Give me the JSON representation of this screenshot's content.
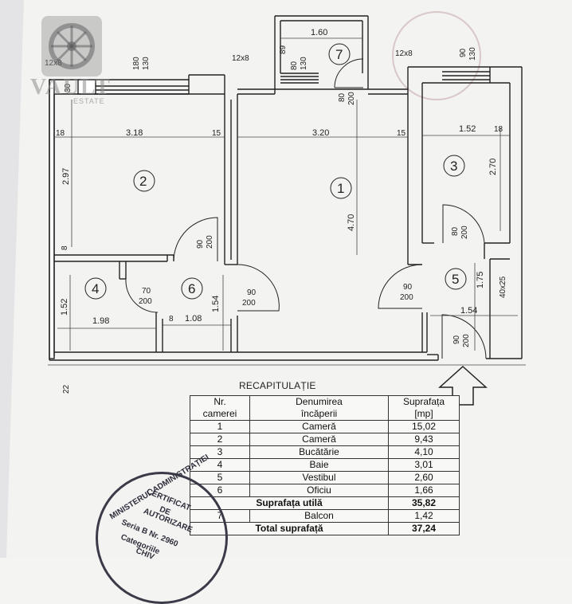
{
  "logo": {
    "text": "VAULT",
    "subtext": "ESTATE"
  },
  "rooms": [
    {
      "number": "1"
    },
    {
      "number": "2"
    },
    {
      "number": "3"
    },
    {
      "number": "4"
    },
    {
      "number": "5"
    },
    {
      "number": "6"
    },
    {
      "number": "7"
    }
  ],
  "dimensions": {
    "top_12x8_left": "12x8",
    "win1": [
      "180",
      "130"
    ],
    "win_left_30": "30",
    "top_12x8_mid": "12x8",
    "room7_width": "1.60",
    "room7_89": "89",
    "room7_80": "80",
    "room7_130": "130",
    "room7_door": [
      "80",
      "200"
    ],
    "top_12x8_right": "12x8",
    "win3": [
      "90",
      "130"
    ],
    "r2_left18": "18",
    "r2_width": "3.18",
    "r2_right15": "15",
    "r1_width": "3.20",
    "r1_right15": "15",
    "r3_width": "1.52",
    "r3_right18": "18",
    "r2_height": "2.97",
    "r1_height": "4.70",
    "r3_height": "2.70",
    "r2_8": "8",
    "door6": [
      "90",
      "200"
    ],
    "door3": [
      "80",
      "200"
    ],
    "door4": [
      "70",
      "200"
    ],
    "door1": [
      "90",
      "200"
    ],
    "door5": [
      "90",
      "200"
    ],
    "r4_height": "1.52",
    "r4_width": "1.98",
    "r6_8": "8",
    "r6_width": "1.08",
    "r6_height": "1.54",
    "r5_height": "1.75",
    "r5_vent": "40x25",
    "r5_width": "1.54",
    "entry_door": [
      "90",
      "200"
    ],
    "bottom_22": "22"
  },
  "recap": {
    "title": "RECAPITULAȚIE",
    "headers": [
      [
        "Nr.",
        "camerei"
      ],
      [
        "Denumirea",
        "încăperii"
      ],
      [
        "Suprafața",
        "[mp]"
      ]
    ],
    "rows": [
      [
        "1",
        "Cameră",
        "15,02"
      ],
      [
        "2",
        "Cameră",
        "9,43"
      ],
      [
        "3",
        "Bucătărie",
        "4,10"
      ],
      [
        "4",
        "Baie",
        "3,01"
      ],
      [
        "5",
        "Vestibul",
        "2,60"
      ],
      [
        "6",
        "Oficiu",
        "1,66"
      ]
    ],
    "useful_label": "Suprafața utilă",
    "useful_value": "35,82",
    "balcony_num": "7",
    "balcony_label": "Balcon",
    "balcony_value": "1,42",
    "total_label": "Total suprafață",
    "total_value": "37,24"
  },
  "stamp": {
    "line1": "MINISTERUL ADMINISTRAȚIEI",
    "line2": "CERTIFICAT",
    "line3": "DE",
    "line4": "AUTORIZARE",
    "line5": "Seria B Nr. 2960",
    "line6": "Categoriile",
    "line7": "CHIV"
  }
}
